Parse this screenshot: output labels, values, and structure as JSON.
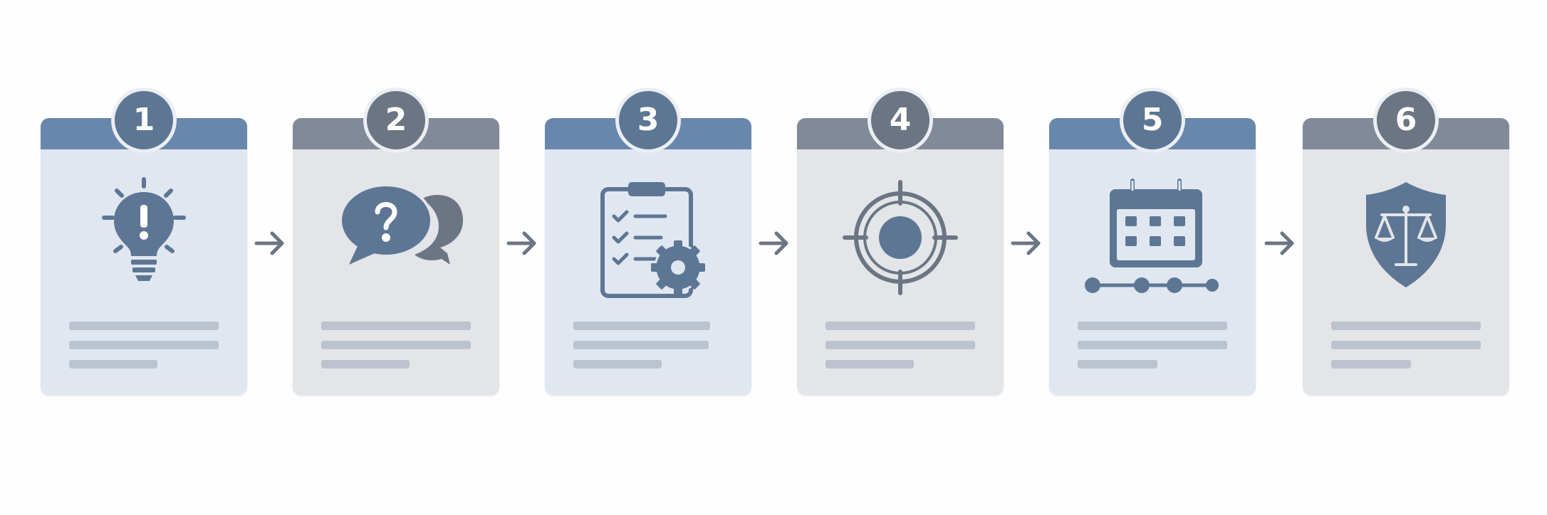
{
  "steps": [
    {
      "number": "1",
      "theme": "blue",
      "icon": "lightbulb-icon"
    },
    {
      "number": "2",
      "theme": "gray",
      "icon": "chat-bubbles-icon"
    },
    {
      "number": "3",
      "theme": "blue",
      "icon": "clipboard-gear-icon"
    },
    {
      "number": "4",
      "theme": "gray",
      "icon": "target-icon"
    },
    {
      "number": "5",
      "theme": "blue",
      "icon": "calendar-timeline-icon"
    },
    {
      "number": "6",
      "theme": "gray",
      "icon": "shield-scales-icon"
    }
  ],
  "connector_icon": "arrow-right-icon",
  "colors": {
    "blue_header": "#6887ad",
    "gray_header": "#818a98",
    "blue_body": "#e0e7f0",
    "gray_body": "#e3e5e9",
    "icon": "#5d7694",
    "icon_gray": "#6b7583",
    "placeholder_line": "#bcc3ce"
  }
}
